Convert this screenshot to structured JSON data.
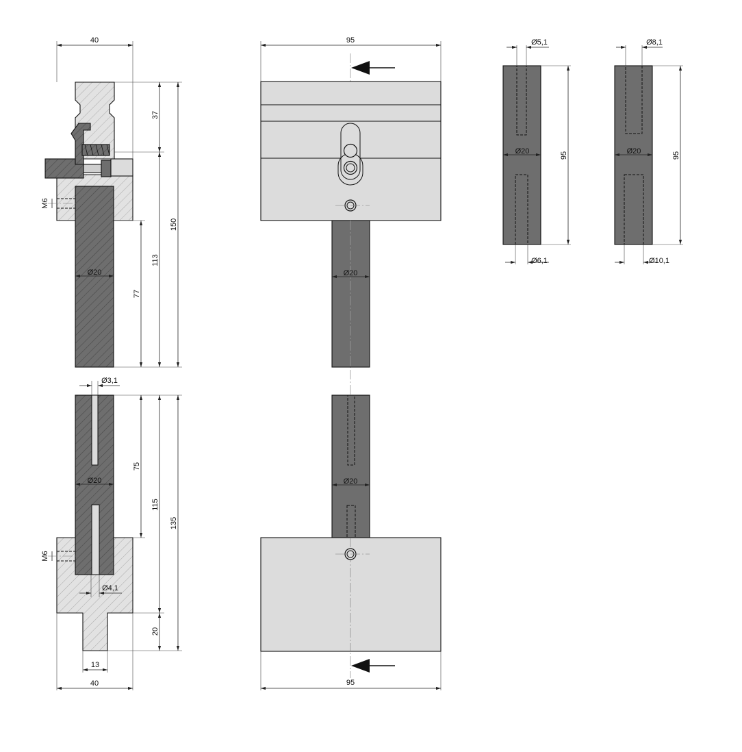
{
  "colors": {
    "dark_part": "#6e6e6e",
    "light_part": "#dcdcdc",
    "hatch_light": "#e2e2e2",
    "line": "#111111"
  },
  "dimensions": {
    "top_width": "40",
    "top_h37": "37",
    "top_h150": "150",
    "top_h113": "113",
    "top_h77": "77",
    "top_dia20": "Ø20",
    "top_m6": "M6",
    "bot_dia31": "Ø3,1",
    "bot_h75": "75",
    "bot_h115": "115",
    "bot_h135": "135",
    "bot_dia20": "Ø20",
    "bot_m6": "M6",
    "bot_dia41": "Ø4,1",
    "bot_h20": "20",
    "bot_w13": "13",
    "bot_width": "40",
    "mid_top_width": "95",
    "mid_dia20_top": "Ø20",
    "mid_dia20_bot": "Ø20",
    "mid_bot_width": "95",
    "pinA_dia_top": "Ø5,1",
    "pinA_dia20": "Ø20",
    "pinA_len": "95",
    "pinA_dia_bot": "Ø6,1",
    "pinB_dia_top": "Ø8,1",
    "pinB_dia20": "Ø20",
    "pinB_len": "95",
    "pinB_dia_bot": "Ø10,1"
  }
}
